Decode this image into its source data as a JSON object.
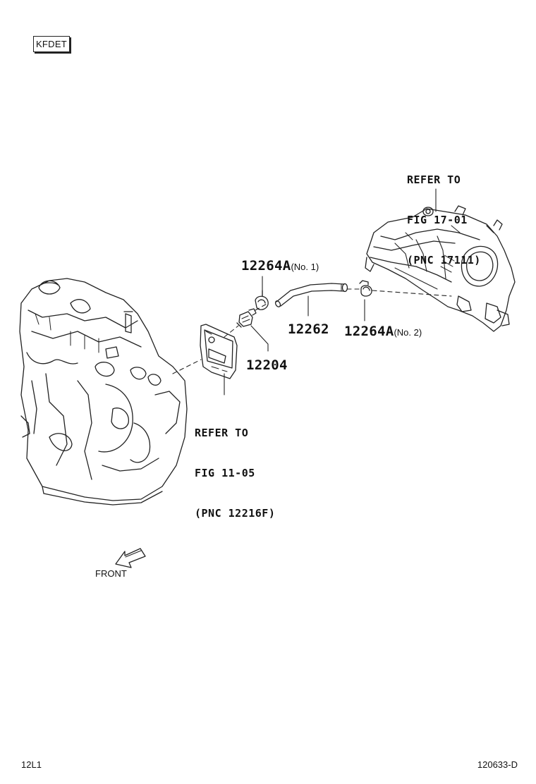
{
  "engine_code": "KFDET",
  "refer_intake": [
    "REFER TO",
    "FIG 17-01",
    "(PNC 17111)"
  ],
  "refer_cover": [
    "REFER TO",
    "FIG 11-05",
    "(PNC 12216F)"
  ],
  "parts": {
    "clip_no1": {
      "number": "12264A",
      "suffix": "(No. 1)"
    },
    "hose": {
      "number": "12262"
    },
    "clip_no2": {
      "number": "12264A",
      "suffix": "(No. 2)"
    },
    "valve": {
      "number": "12204"
    }
  },
  "front_label": "FRONT",
  "footer_left": "12L1",
  "footer_right": "120633-D"
}
